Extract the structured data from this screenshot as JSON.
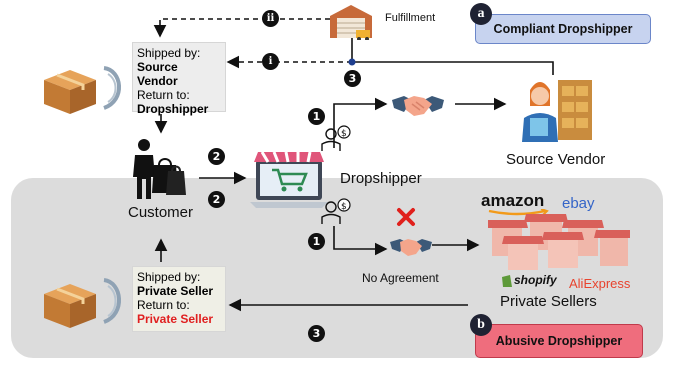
{
  "badges": {
    "compliant": {
      "letter": "a",
      "label": "Compliant Dropshipper",
      "color": "#c7d3ef",
      "border": "#6b86c9"
    },
    "abusive": {
      "letter": "b",
      "label": "Abusive Dropshipper",
      "color": "#ef6d7d",
      "border": "#c03a4b"
    }
  },
  "labels": {
    "fulfillment": "Fulfillment",
    "source_vendor": "Source Vendor",
    "customer": "Customer",
    "dropshipper": "Dropshipper",
    "no_agreement": "No Agreement",
    "private_sellers": "Private Sellers"
  },
  "top_card": {
    "shipped_by_label": "Shipped by:",
    "shipped_by_value": "Source Vendor",
    "return_label": "Return to:",
    "return_value": "Dropshipper"
  },
  "bottom_card": {
    "shipped_by_label": "Shipped by:",
    "shipped_by_value": "Private Seller",
    "return_label": "Return to:",
    "return_value": "Private Seller"
  },
  "markers": {
    "one": "1",
    "two": "2",
    "three": "3",
    "i": "i",
    "ii": "ii"
  },
  "marketplaces": {
    "amazon": "amazon",
    "ebay": "ebay",
    "shopify": "shopify",
    "aliexpress": "AliExpress"
  },
  "colors": {
    "region_bg": "#dcdcdc",
    "return_red": "#e02020",
    "x_mark": "#e0201c"
  },
  "icons": [
    "warehouse-icon",
    "box-icon",
    "shopper-icon",
    "online-store-icon",
    "dropshipper-person-icon",
    "handshake-icon",
    "vendor-person-icon",
    "storefronts-icon"
  ]
}
